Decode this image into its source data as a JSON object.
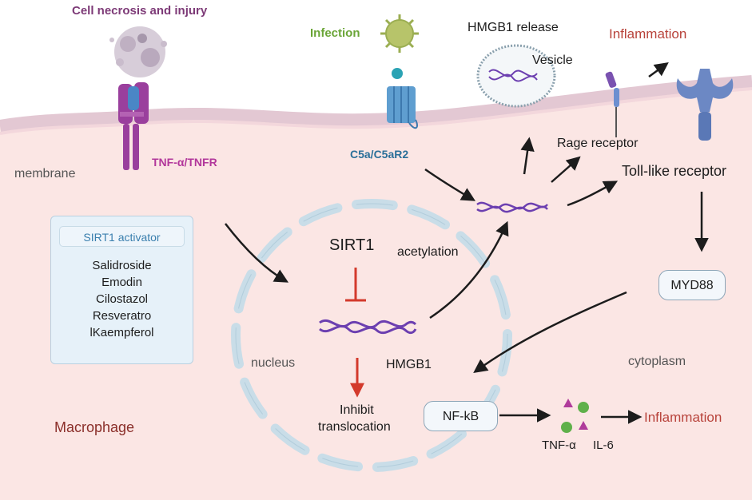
{
  "labels": {
    "cell_necrosis": "Cell necrosis and injury",
    "infection": "Infection",
    "hmgb1_release": "HMGB1 release",
    "vesicle": "Vesicle",
    "inflammation_top": "Inflammation",
    "tnf_tnfr": "TNF-α/TNFR",
    "c5a_c5ar2": "C5a/C5aR2",
    "rage_receptor": "Rage receptor",
    "toll_like_receptor": "Toll-like receptor",
    "membrane": "membrane",
    "sirt1": "SIRT1",
    "acetylation": "acetylation",
    "nucleus": "nucleus",
    "hmgb1": "HMGB1",
    "inhibit": "Inhibit",
    "translocation": "translocation",
    "cytoplasm": "cytoplasm",
    "macrophage": "Macrophage",
    "myd88": "MYD88",
    "nfkb": "NF-kB",
    "tnf_alpha": "TNF-α",
    "il6": "IL-6",
    "inflammation_bottom": "Inflammation"
  },
  "activator_box": {
    "title": "SIRT1 activator",
    "items": [
      "Salidroside",
      "Emodin",
      "Cilostazol",
      "Resveratro",
      "lKaempferol"
    ]
  },
  "colors": {
    "cytoplasm_fill": "#fbe6e4",
    "membrane_stroke": "#e3c8d3",
    "nucleus_dash": "#c9dde8",
    "dna": "#6c3fb0",
    "arrow": "#1c1c1c",
    "inhibit_red": "#d33a2c",
    "inflammation": "#b8433b",
    "tnfr_label": "#b2379b",
    "c5a_label": "#2a6f99",
    "infection_green": "#6aa537",
    "cell_necrosis_purple": "#7d3a77",
    "macrophage": "#8b2f2a",
    "activator_box_fill": "#e6f1f9",
    "activator_title": "#3a7fae"
  },
  "icons": [
    "necrotic-cell-icon",
    "tnfr-receptor-icon",
    "virus-icon",
    "c5ar2-receptor-icon",
    "vesicle-icon",
    "rage-receptor-icon",
    "toll-like-receptor-icon",
    "dna-icon",
    "triangle-icon",
    "circle-icon"
  ]
}
